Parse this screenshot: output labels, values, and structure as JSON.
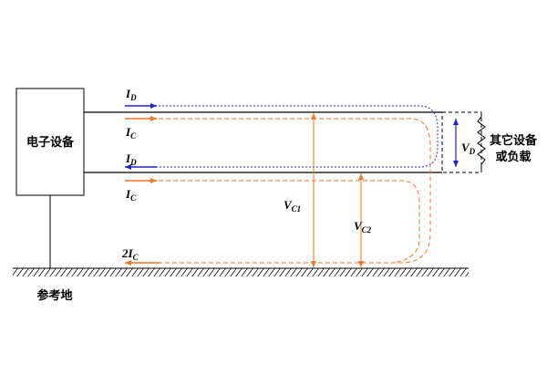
{
  "device_label": "电子设备",
  "other_device_label_line1": "其它设备",
  "other_device_label_line2": "或负载",
  "ground_label": "参考地",
  "currents": {
    "top_ID": {
      "main": "I",
      "sub": "D"
    },
    "top_IC": {
      "main": "I",
      "sub": "C"
    },
    "bottom_ID": {
      "main": "I",
      "sub": "D"
    },
    "bottom_IC": {
      "main": "I",
      "sub": "C"
    },
    "ground_2IC": {
      "main": "2I",
      "sub": "C"
    }
  },
  "voltages": {
    "VD": {
      "main": "V",
      "sub": "D"
    },
    "VC1": {
      "main": "V",
      "sub": "C1"
    },
    "VC2": {
      "main": "V",
      "sub": "C2"
    }
  },
  "colors": {
    "differential": "#2222cc",
    "common": "#ee7722",
    "line": "#000000"
  }
}
